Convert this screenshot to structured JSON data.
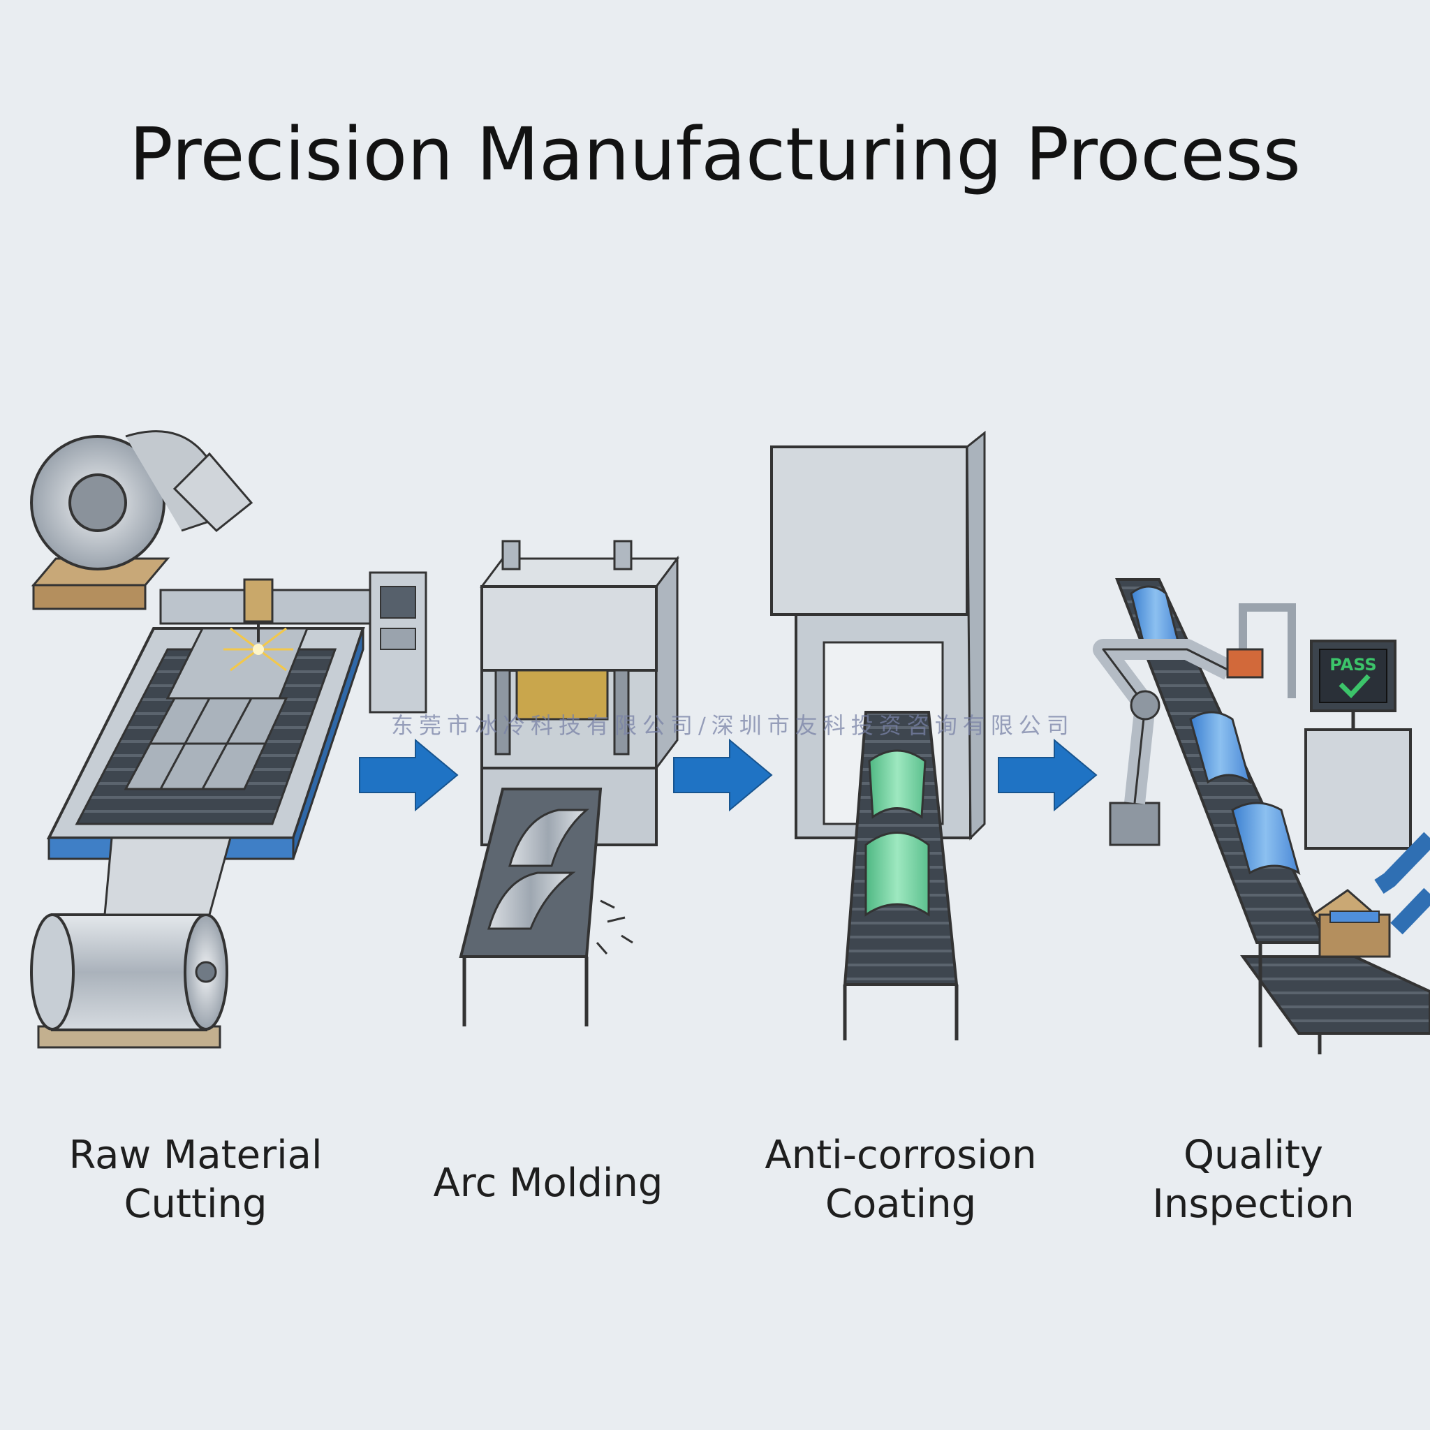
{
  "title": "Precision Manufacturing Process",
  "steps": [
    {
      "line1": "Raw Material",
      "line2": "Cutting",
      "icon": "laser-cutting-machine"
    },
    {
      "line1": "Arc Molding",
      "line2": "",
      "icon": "hydraulic-press"
    },
    {
      "line1": "Anti-corrosion",
      "line2": "Coating",
      "icon": "coating-tunnel"
    },
    {
      "line1": "Quality",
      "line2": "Inspection",
      "icon": "inspection-conveyor"
    }
  ],
  "inspection_display": {
    "text": "PASS"
  },
  "watermark": "东莞市冰冷科技有限公司/深圳市友科投资咨询有限公司",
  "colors": {
    "background": "#e9edf1",
    "arrow": "#1f73c4",
    "metal": "#b7bec6",
    "coating_green": "#6fcf9c",
    "inspect_blue": "#4f8fdc",
    "pass_green": "#3cc46a"
  }
}
